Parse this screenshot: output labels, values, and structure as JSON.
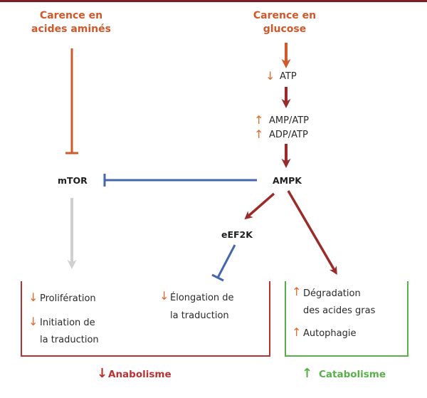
{
  "sources": {
    "amino": [
      "Carence en",
      "acides aminés"
    ],
    "glucose": [
      "Carence en",
      "glucose"
    ]
  },
  "nodes": {
    "atp": "ATP",
    "amp_atp": "AMP/ATP",
    "adp_atp": "ADP/ATP",
    "ampk": "AMPK",
    "mtor": "mTOR",
    "eef2k": "eEF2K"
  },
  "anabolism": {
    "items": [
      "Prolifération",
      "Initiation de",
      "la traduction"
    ],
    "elongation": [
      "Élongation de",
      "la traduction"
    ],
    "label": "Anabolisme"
  },
  "catabolism": {
    "items": [
      "Dégradation",
      "des acides gras",
      "Autophagie"
    ],
    "label": "Catabolisme"
  },
  "glyphs": {
    "up": "↑",
    "down": "↓"
  },
  "colors": {
    "activation": "#9b2b2b",
    "inhibition_source": "#d2572a",
    "inhibition": "#4466aa",
    "inactive": "#cfcfcf",
    "anabolism": "#b83232",
    "catabolism": "#58b048",
    "orange_arrow": "#de6a2d"
  }
}
